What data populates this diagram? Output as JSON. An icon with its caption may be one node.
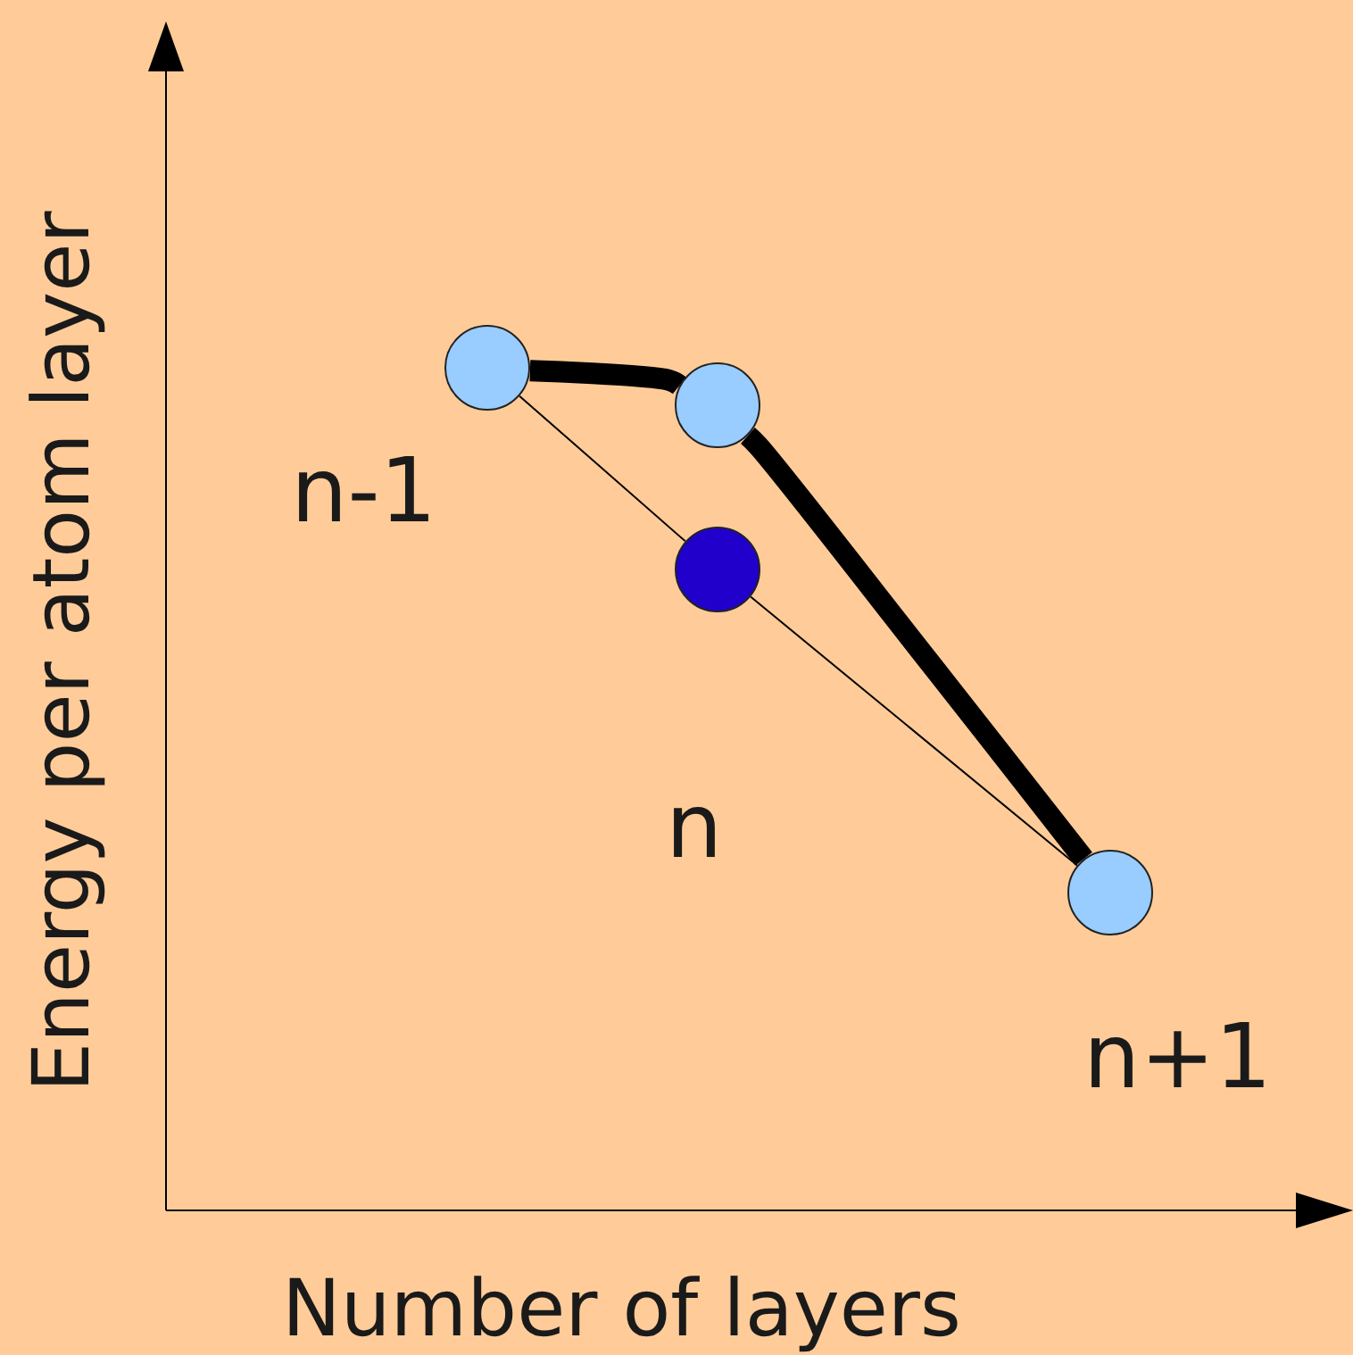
{
  "diagram": {
    "nodes": [
      {
        "text": [],
        "shape": "circle"
      },
      {
        "text": [],
        "shape": "circle"
      },
      {
        "text": [],
        "shape": "circle"
      },
      {
        "text": [],
        "shape": "circle"
      }
    ],
    "edges": [
      {
        "from": 0,
        "to": 1,
        "arrow": "none",
        "style": "thick"
      },
      {
        "from": 1,
        "to": 3,
        "arrow": "none",
        "style": "thick"
      },
      {
        "from": 0,
        "to": 2,
        "arrow": "none"
      },
      {
        "from": 2,
        "to": 3,
        "arrow": "none"
      }
    ],
    "labels": [
      "Energy per atom layer",
      "n-1",
      "n",
      "n+1",
      "Number of layers"
    ]
  }
}
